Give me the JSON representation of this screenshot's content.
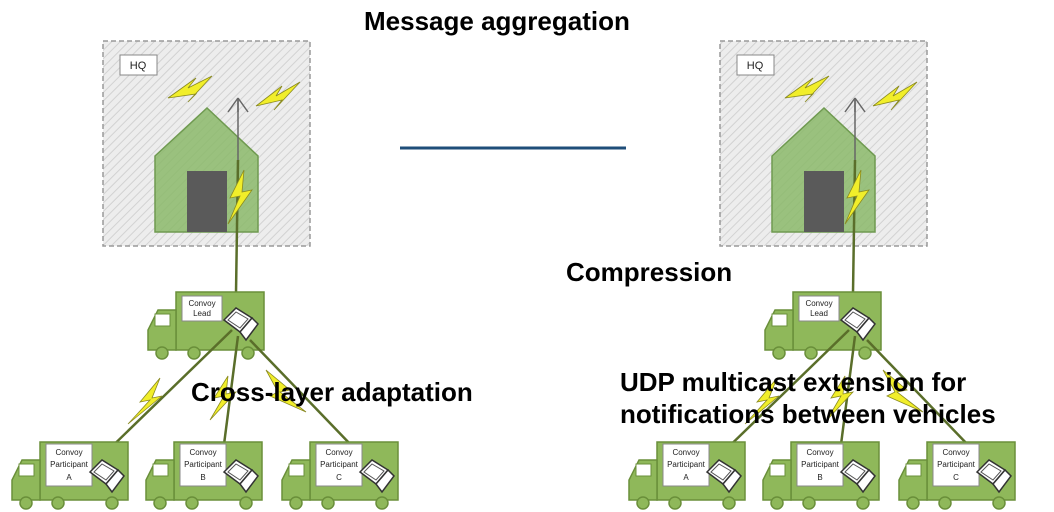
{
  "labels": {
    "message_aggregation": "Message aggregation",
    "compression": "Compression",
    "cross_layer": "Cross-layer adaptation",
    "udp_line1": "UDP multicast extension for",
    "udp_line2": "notifications between vehicles"
  },
  "hq_label": "HQ",
  "lead_label": [
    "Convoy",
    "Lead"
  ],
  "participants": [
    {
      "line1": "Convoy",
      "line2": "Participant",
      "line3": "A"
    },
    {
      "line1": "Convoy",
      "line2": "Participant",
      "line3": "B"
    },
    {
      "line1": "Convoy",
      "line2": "Participant",
      "line3": "C"
    }
  ],
  "colors": {
    "truck_fill": "#8fb85a",
    "truck_stroke": "#6a8f3a",
    "house_fill": "#8bb86a",
    "door_fill": "#5a5a5a",
    "lightning": "#f1ee2a",
    "link_line": "#5a6e2a",
    "divider": "#1f4e79"
  }
}
